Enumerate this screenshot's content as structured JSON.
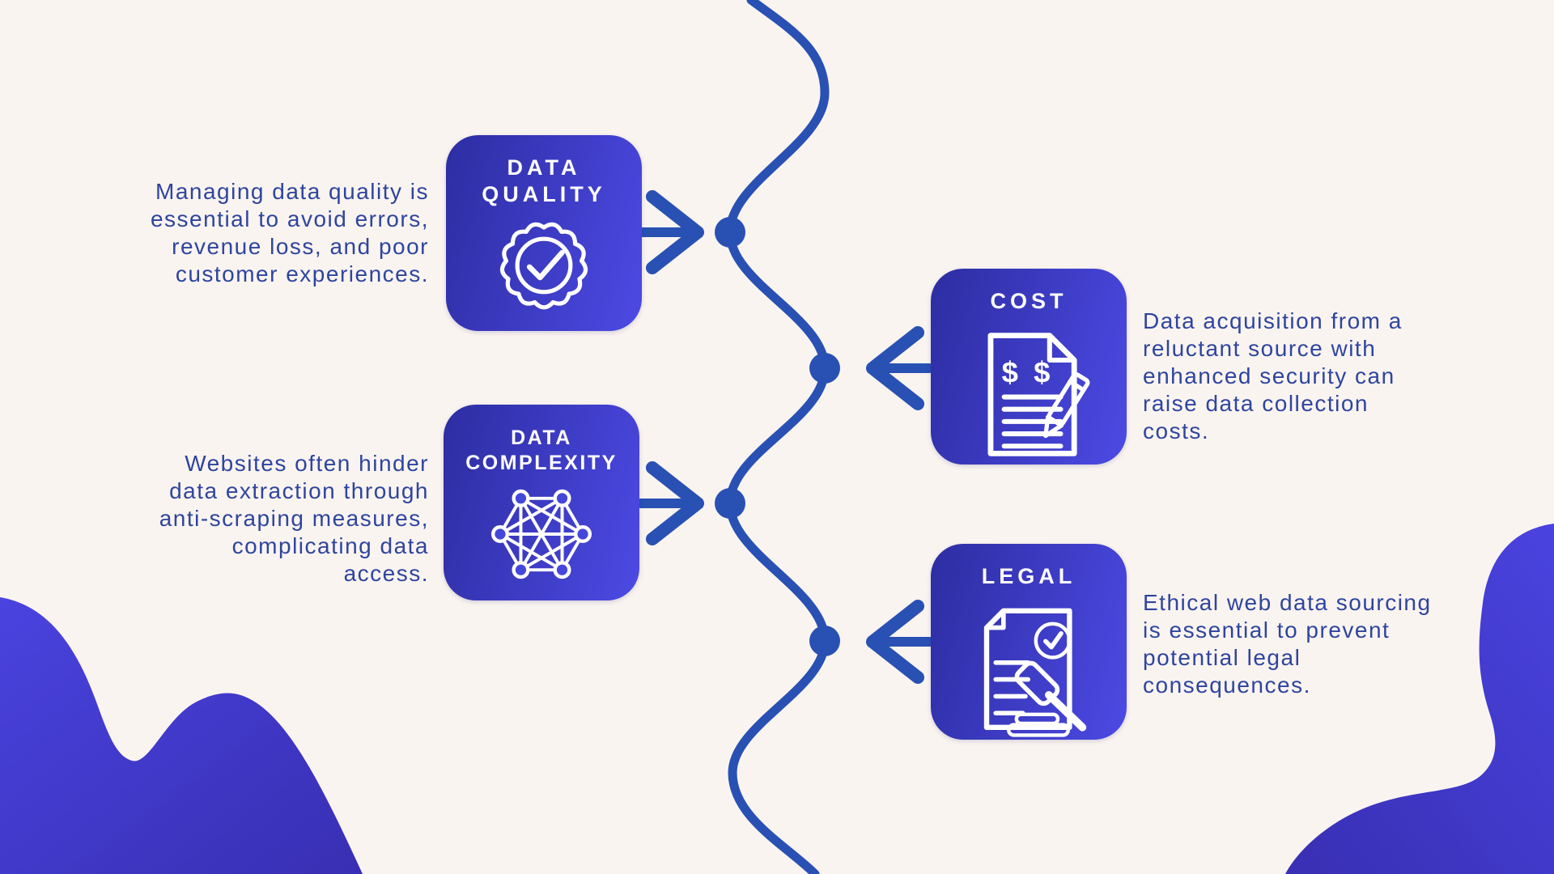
{
  "title": "Web data sourcing challenges infographic",
  "palette": {
    "background": "#faf4f0",
    "connector_blue": "#2951b3",
    "card_gradient_start": "#2d2da2",
    "card_gradient_end": "#4c4ae4",
    "blob_gradient_start": "#4a43df",
    "blob_gradient_end": "#382fb3",
    "body_text": "#2e459e",
    "card_text": "#ffffff"
  },
  "icons": {
    "cost_dollar_text": "$ $"
  },
  "items": [
    {
      "id": "data-quality",
      "title": "DATA\nQUALITY",
      "icon": "badge-check-icon",
      "side": "left",
      "description": "Managing data quality is\nessential to avoid errors,\nrevenue loss, and poor\ncustomer experiences."
    },
    {
      "id": "cost",
      "title": "COST",
      "icon": "invoice-pencil-icon",
      "side": "right",
      "description": "Data acquisition from a\nreluctant source with\nenhanced security can\nraise data collection\ncosts."
    },
    {
      "id": "data-complexity",
      "title": "DATA\nCOMPLEXITY",
      "icon": "network-graph-icon",
      "side": "left",
      "description": "Websites often hinder\ndata extraction through\nanti-scraping measures,\ncomplicating data\naccess."
    },
    {
      "id": "legal",
      "title": "LEGAL",
      "icon": "document-gavel-icon",
      "side": "right",
      "description": "Ethical web data sourcing\nis essential to prevent\npotential legal\nconsequences."
    }
  ]
}
